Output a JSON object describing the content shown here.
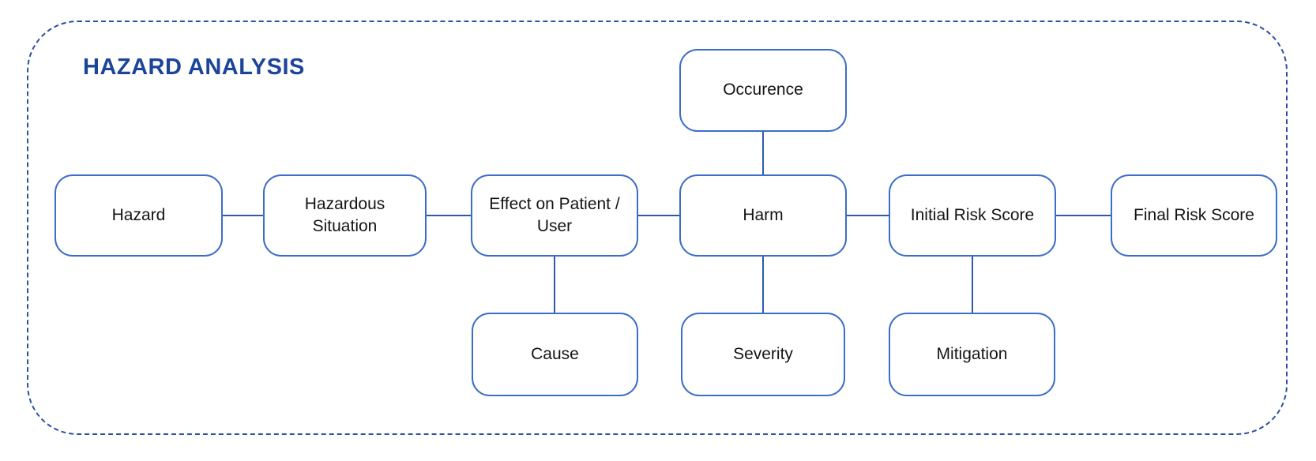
{
  "title": "HAZARD ANALYSIS",
  "colors": {
    "title_text": "#1c4499",
    "box_border": "#3b6ec8",
    "box_fill": "#ffffff",
    "connector_line": "#2e59ae",
    "outer_dashed_border": "#2c50a0",
    "label_text": "#141414"
  },
  "nodes": [
    {
      "id": "occurence",
      "label": "Occurence"
    },
    {
      "id": "hazard",
      "label": "Hazard"
    },
    {
      "id": "hazardous-situation",
      "label": "Hazardous Situation"
    },
    {
      "id": "effect-on-patient",
      "label": "Effect on Patient / User"
    },
    {
      "id": "harm",
      "label": "Harm"
    },
    {
      "id": "initial-risk-score",
      "label": "Initial Risk Score"
    },
    {
      "id": "final-risk-score",
      "label": "Final Risk Score"
    },
    {
      "id": "cause",
      "label": "Cause"
    },
    {
      "id": "severity",
      "label": "Severity"
    },
    {
      "id": "mitigation",
      "label": "Mitigation"
    }
  ],
  "connections": [
    {
      "from": "Hazard",
      "to": "Hazardous Situation"
    },
    {
      "from": "Hazardous Situation",
      "to": "Effect on Patient / User"
    },
    {
      "from": "Effect on Patient / User",
      "to": "Harm"
    },
    {
      "from": "Harm",
      "to": "Initial Risk Score"
    },
    {
      "from": "Initial Risk Score",
      "to": "Final Risk Score"
    },
    {
      "from": "Occurence",
      "to": "Harm"
    },
    {
      "from": "Effect on Patient / User",
      "to": "Cause"
    },
    {
      "from": "Harm",
      "to": "Severity"
    },
    {
      "from": "Initial Risk Score",
      "to": "Mitigation"
    }
  ]
}
